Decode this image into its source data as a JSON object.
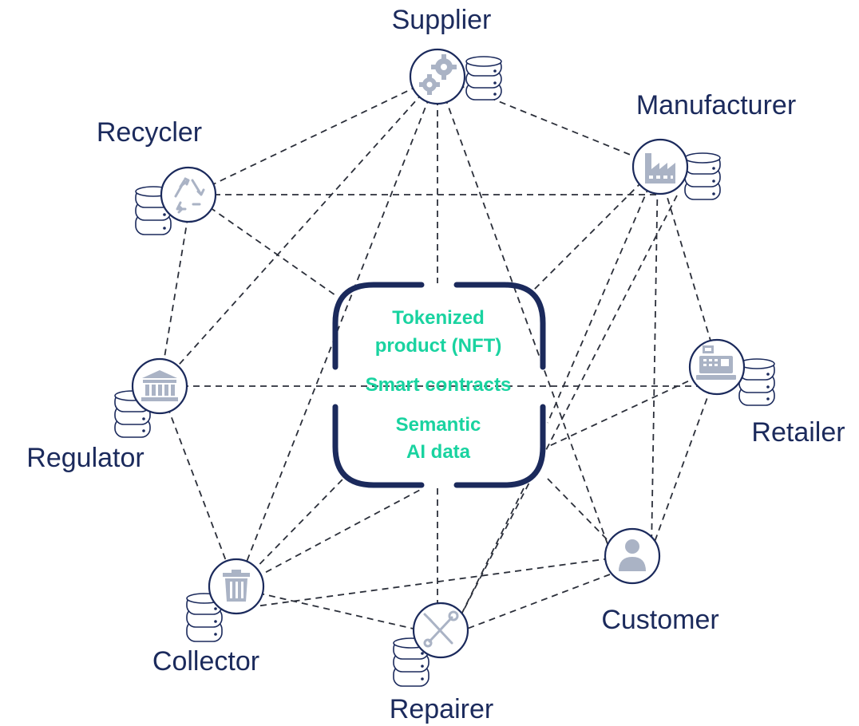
{
  "colors": {
    "navy": "#1b2a5c",
    "teal": "#19d3a0",
    "icon_grey": "#aab3c5"
  },
  "center": {
    "line1": "Tokenized",
    "line2": "product (NFT)",
    "line3": "Smart contracts",
    "line4": "Semantic",
    "line5": "AI data"
  },
  "nodes": {
    "supplier": {
      "label": "Supplier",
      "icon": "gears-icon"
    },
    "manufacturer": {
      "label": "Manufacturer",
      "icon": "factory-icon"
    },
    "retailer": {
      "label": "Retailer",
      "icon": "cash-register-icon"
    },
    "customer": {
      "label": "Customer",
      "icon": "person-icon"
    },
    "repairer": {
      "label": "Repairer",
      "icon": "wrench-screwdriver-icon"
    },
    "collector": {
      "label": "Collector",
      "icon": "trash-bin-icon"
    },
    "regulator": {
      "label": "Regulator",
      "icon": "government-building-icon"
    },
    "recycler": {
      "label": "Recycler",
      "icon": "recycle-icon"
    }
  }
}
